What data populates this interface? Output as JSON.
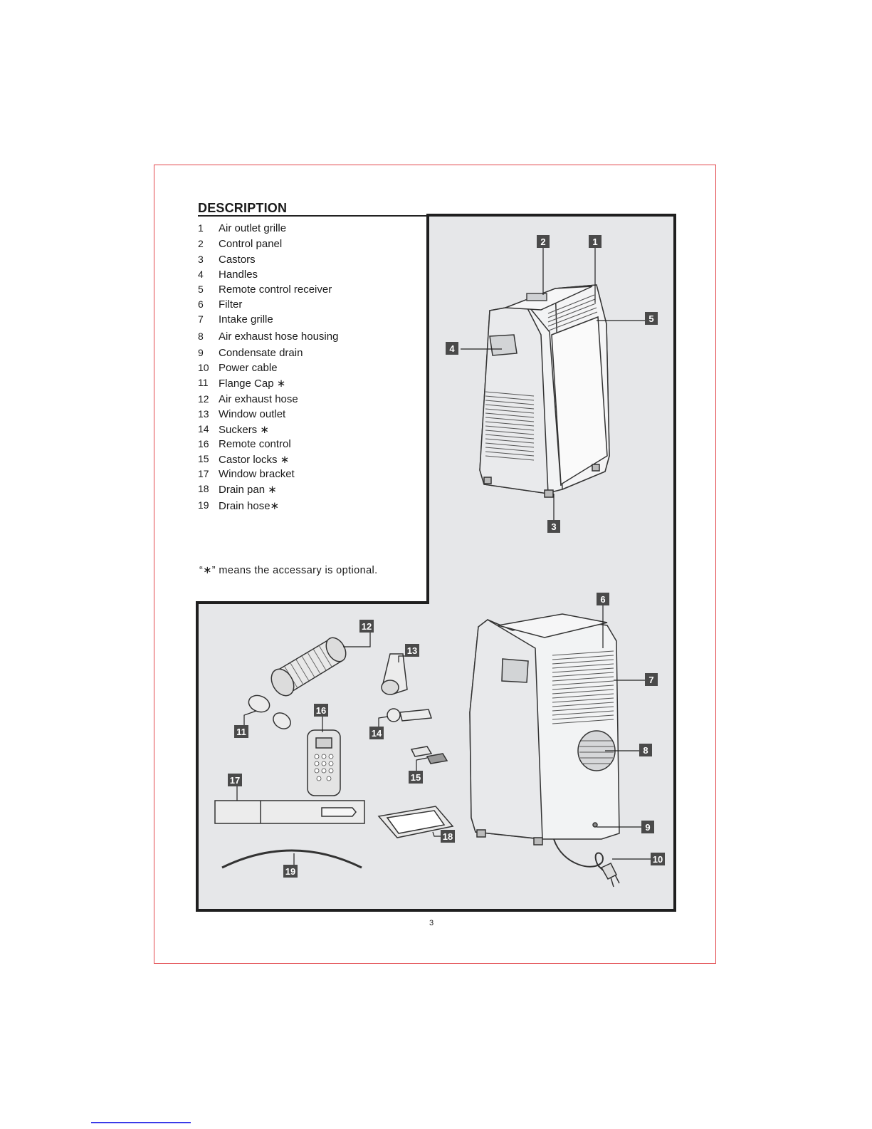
{
  "header": {
    "title": "DESCRIPTION"
  },
  "parts": [
    {
      "num": "1",
      "label": "Air outlet grille"
    },
    {
      "num": "2",
      "label": "Control panel"
    },
    {
      "num": "3",
      "label": "Castors"
    },
    {
      "num": "4",
      "label": "Handles"
    },
    {
      "num": "5",
      "label": "Remote control receiver"
    },
    {
      "num": "6",
      "label": "Filter"
    },
    {
      "num": "7",
      "label": "Intake grille"
    },
    {
      "num": "8",
      "label": "Air exhaust hose housing"
    },
    {
      "num": "9",
      "label": "Condensate drain"
    },
    {
      "num": "10",
      "label": "Power cable"
    },
    {
      "num": "11",
      "label": "Flange Cap  ∗"
    },
    {
      "num": "12",
      "label": "Air exhaust hose"
    },
    {
      "num": "13",
      "label": "Window outlet"
    },
    {
      "num": "14",
      "label": "Suckers  ∗"
    },
    {
      "num": "16",
      "label": "Remote control"
    },
    {
      "num": "15",
      "label": "Castor locks  ∗"
    },
    {
      "num": "17",
      "label": "Window bracket"
    },
    {
      "num": "18",
      "label": "Drain pan  ∗"
    },
    {
      "num": "19",
      "label": "Drain hose∗"
    }
  ],
  "note": "“∗”   means the accessary is optional.",
  "callouts": [
    "1",
    "2",
    "3",
    "4",
    "5",
    "6",
    "7",
    "8",
    "9",
    "10",
    "11",
    "12",
    "13",
    "14",
    "15",
    "16",
    "17",
    "18",
    "19"
  ],
  "footer": {
    "page_number": "3"
  },
  "colors": {
    "frame": "#e2474c",
    "panel_fill": "#e6e7e9",
    "callout": "#4a4a4a",
    "link": "#3a3ae8"
  }
}
